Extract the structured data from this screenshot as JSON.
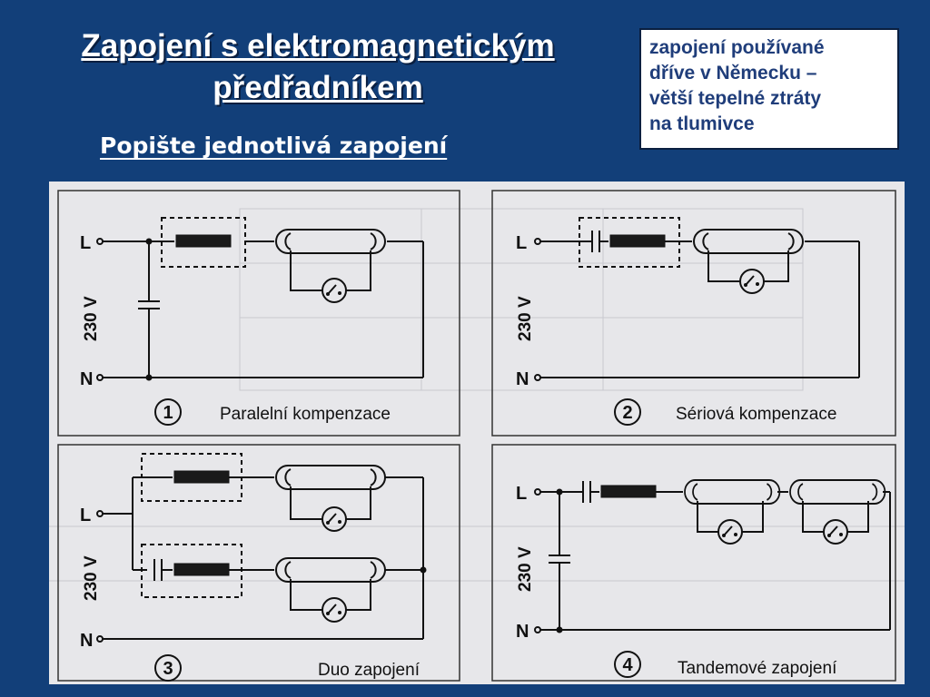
{
  "slide": {
    "title_line1": "Zapojení s elektromagnetickým",
    "title_line2": "předřadníkem",
    "subtitle": "Popište jednotlivá zapojení",
    "note_lines": [
      "zapojení používané",
      "dříve v Německu –",
      "větší tepelné ztráty",
      "na tlumivce"
    ]
  },
  "diagram": {
    "line_label": "L",
    "neutral_label": "N",
    "voltage_label": "230 V",
    "panels": [
      {
        "number": "1",
        "caption": "Paralelní kompenzace"
      },
      {
        "number": "2",
        "caption": "Sériová kompenzace"
      },
      {
        "number": "3",
        "caption": "Duo zapojení"
      },
      {
        "number": "4",
        "caption": "Tandemové zapojení"
      }
    ]
  }
}
